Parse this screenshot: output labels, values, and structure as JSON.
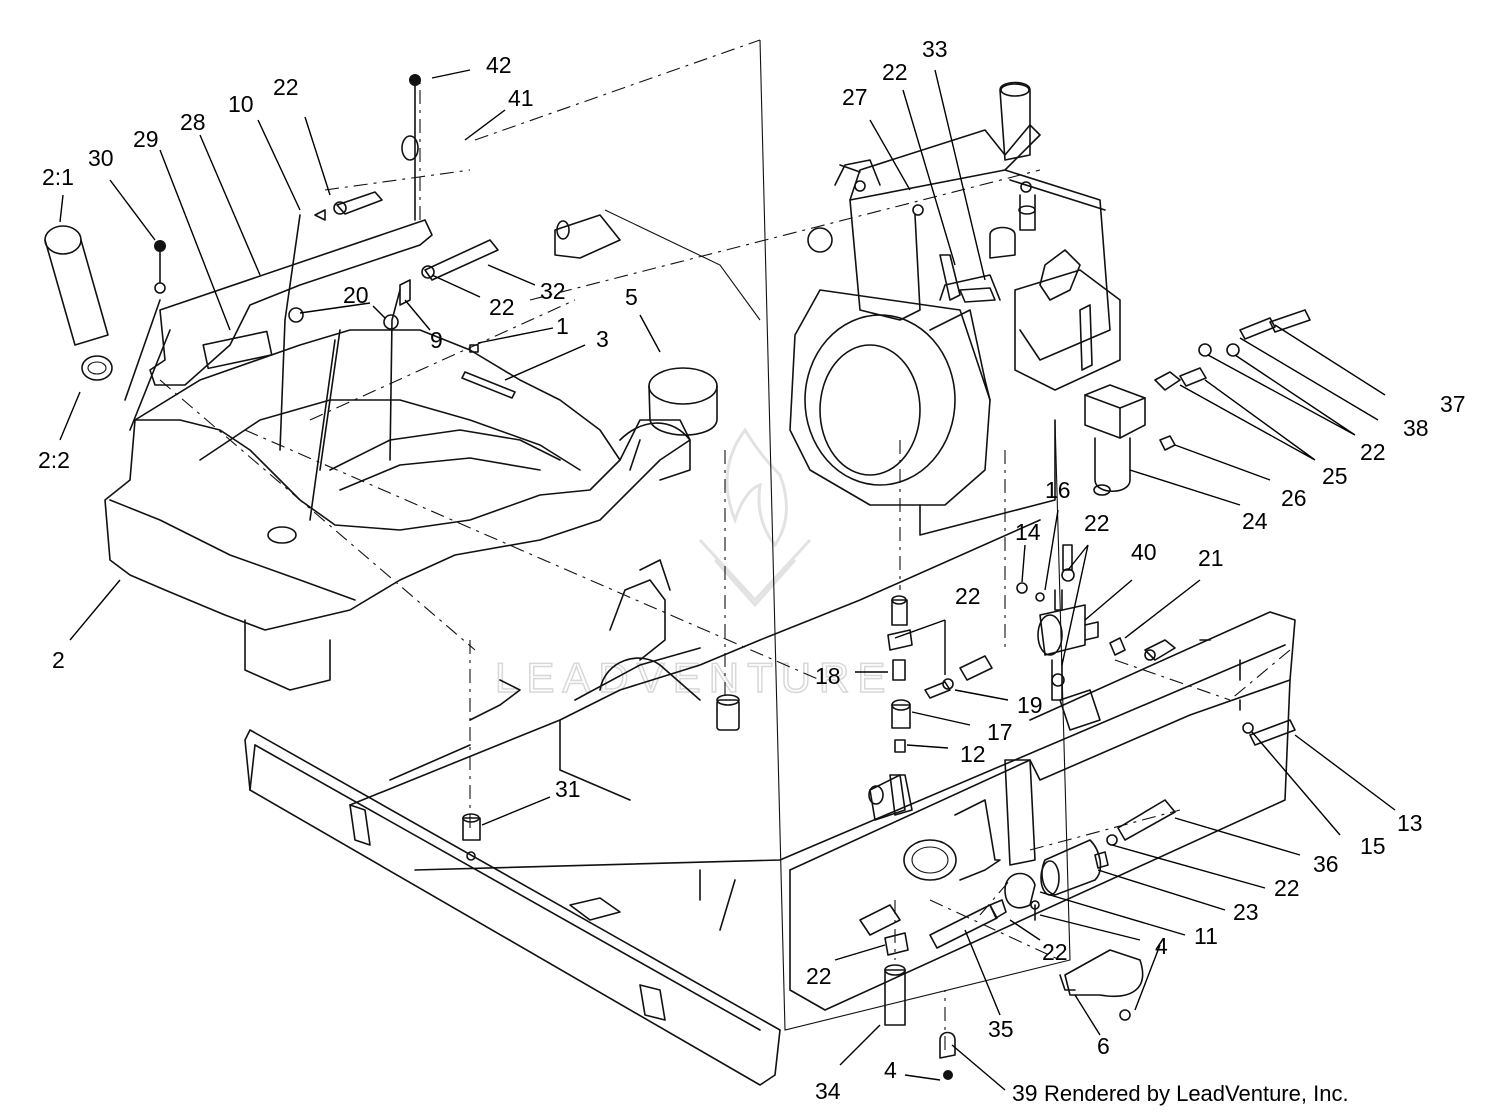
{
  "callouts": [
    {
      "id": "c42",
      "label": "42"
    },
    {
      "id": "c41",
      "label": "41"
    },
    {
      "id": "c22a",
      "label": "22"
    },
    {
      "id": "c10",
      "label": "10"
    },
    {
      "id": "c28",
      "label": "28"
    },
    {
      "id": "c29",
      "label": "29"
    },
    {
      "id": "c30",
      "label": "30"
    },
    {
      "id": "c21a",
      "label": "2:1"
    },
    {
      "id": "c22b",
      "label": "2:2"
    },
    {
      "id": "c20",
      "label": "20"
    },
    {
      "id": "c9",
      "label": "9"
    },
    {
      "id": "c22c",
      "label": "22"
    },
    {
      "id": "c32",
      "label": "32"
    },
    {
      "id": "c1",
      "label": "1"
    },
    {
      "id": "c3",
      "label": "3"
    },
    {
      "id": "c5",
      "label": "5"
    },
    {
      "id": "c2",
      "label": "2"
    },
    {
      "id": "c27",
      "label": "27"
    },
    {
      "id": "c22d",
      "label": "22"
    },
    {
      "id": "c33",
      "label": "33"
    },
    {
      "id": "c37",
      "label": "37"
    },
    {
      "id": "c38",
      "label": "38"
    },
    {
      "id": "c22e",
      "label": "22"
    },
    {
      "id": "c25",
      "label": "25"
    },
    {
      "id": "c26",
      "label": "26"
    },
    {
      "id": "c24",
      "label": "24"
    },
    {
      "id": "c16",
      "label": "16"
    },
    {
      "id": "c14",
      "label": "14"
    },
    {
      "id": "c22f",
      "label": "22"
    },
    {
      "id": "c40",
      "label": "40"
    },
    {
      "id": "c21",
      "label": "21"
    },
    {
      "id": "c22g",
      "label": "22"
    },
    {
      "id": "c18",
      "label": "18"
    },
    {
      "id": "c19",
      "label": "19"
    },
    {
      "id": "c17",
      "label": "17"
    },
    {
      "id": "c12",
      "label": "12"
    },
    {
      "id": "c31",
      "label": "31"
    },
    {
      "id": "c13",
      "label": "13"
    },
    {
      "id": "c15",
      "label": "15"
    },
    {
      "id": "c36",
      "label": "36"
    },
    {
      "id": "c22h",
      "label": "22"
    },
    {
      "id": "c23",
      "label": "23"
    },
    {
      "id": "c11",
      "label": "11"
    },
    {
      "id": "c22i",
      "label": "22"
    },
    {
      "id": "c4a",
      "label": "4"
    },
    {
      "id": "c22j",
      "label": "22"
    },
    {
      "id": "c35",
      "label": "35"
    },
    {
      "id": "c6",
      "label": "6"
    },
    {
      "id": "c34",
      "label": "34"
    },
    {
      "id": "c4b",
      "label": "4"
    },
    {
      "id": "c39",
      "label": "39"
    }
  ],
  "credit": "Rendered by LeadVenture, Inc.",
  "watermark": "LEADVENTURE",
  "colors": {
    "ink": "#000000",
    "background": "#ffffff",
    "watermark": "#d8d8d8"
  }
}
